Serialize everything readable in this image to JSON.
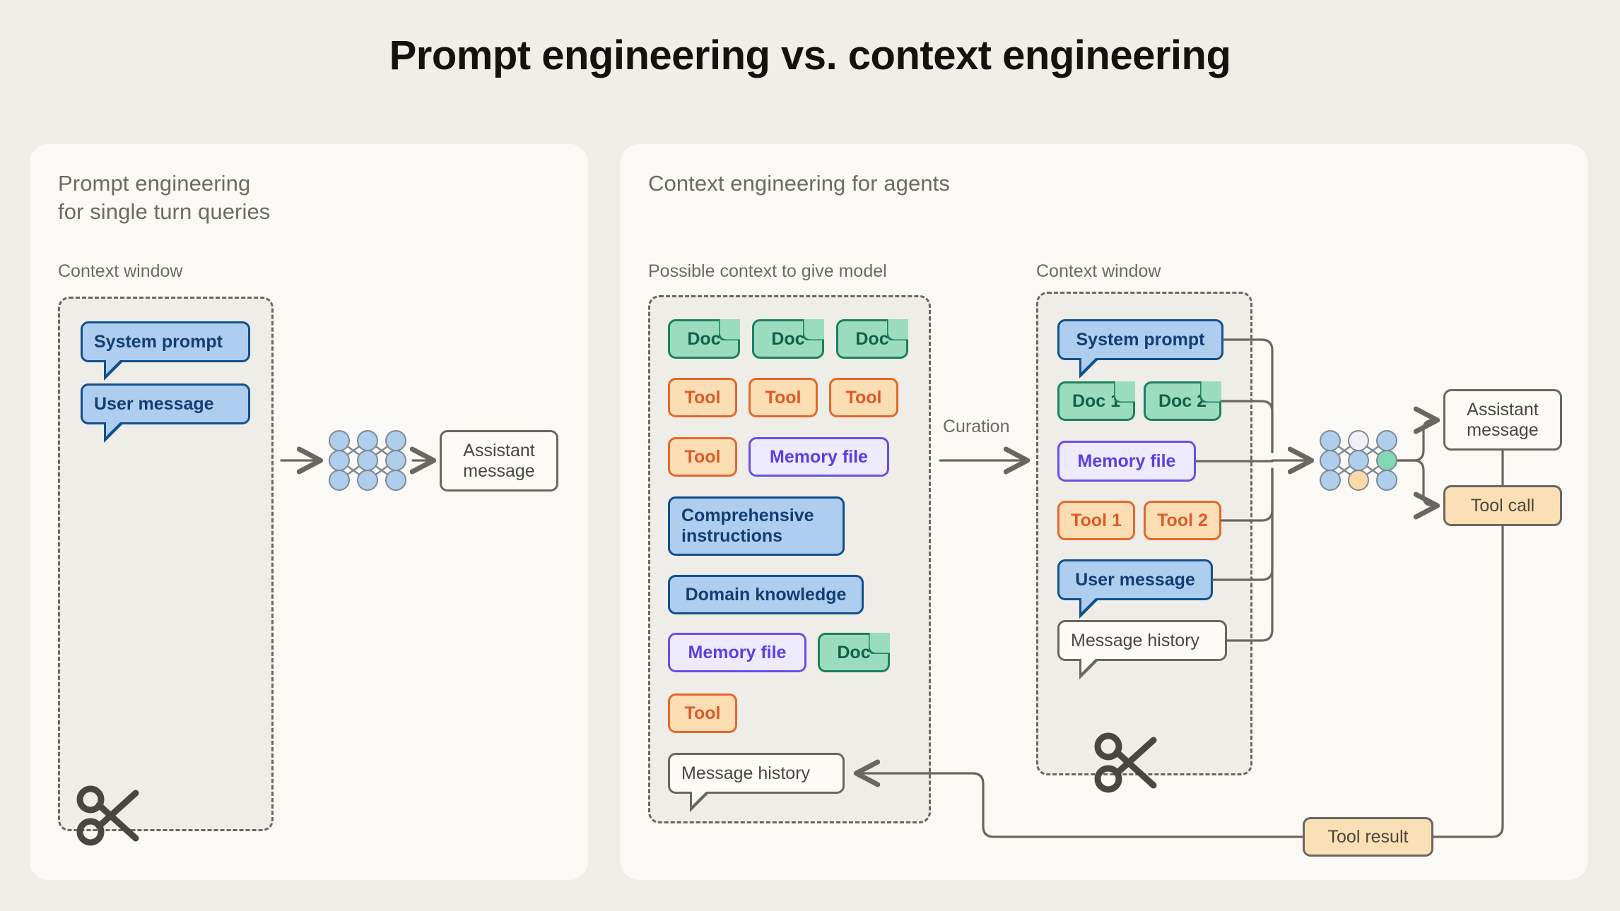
{
  "title": "Prompt engineering vs. context engineering",
  "colors": {
    "background": "#F0EEE9",
    "panel": "#FAF9F5",
    "dashed_border": "#6B675F",
    "dashed_fill": "#EFEDE7",
    "blue_fill": "#AFCDEF",
    "blue_border": "#10508F",
    "green_fill": "#9BDCBF",
    "green_border": "#1B8062",
    "orange_fill": "#FBDDB3",
    "orange_border": "#E2682B",
    "purple_fill": "#EDEBFD",
    "purple_border": "#6B4EE6",
    "white_fill": "#FCFBF8",
    "tan_fill": "#FAE0B4",
    "line": "#6B675F",
    "heading_text": "#6E6A62"
  },
  "left_panel": {
    "title": "Prompt engineering\nfor single turn queries",
    "context_window_label": "Context window",
    "context_items": [
      {
        "label": "System prompt",
        "kind": "blue-bubble"
      },
      {
        "label": "User message",
        "kind": "blue-bubble"
      }
    ],
    "model_icon": "neural-network-icon",
    "output": {
      "label": "Assistant\nmessage",
      "kind": "white-box"
    },
    "truncation_icon": "scissors-icon"
  },
  "right_panel": {
    "title": "Context engineering for agents",
    "possible_context_label": "Possible context to give model",
    "context_window_label": "Context window",
    "curation_label": "Curation",
    "possible_context_items": [
      {
        "label": "Doc",
        "kind": "green-doc"
      },
      {
        "label": "Doc",
        "kind": "green-doc"
      },
      {
        "label": "Doc",
        "kind": "green-doc"
      },
      {
        "label": "Tool",
        "kind": "orange-box"
      },
      {
        "label": "Tool",
        "kind": "orange-box"
      },
      {
        "label": "Tool",
        "kind": "orange-box"
      },
      {
        "label": "Tool",
        "kind": "orange-box"
      },
      {
        "label": "Memory file",
        "kind": "purple-box"
      },
      {
        "label": "Comprehensive\ninstructions",
        "kind": "blue-box"
      },
      {
        "label": "Domain knowledge",
        "kind": "blue-box"
      },
      {
        "label": "Memory file",
        "kind": "purple-box"
      },
      {
        "label": "Doc",
        "kind": "green-doc"
      },
      {
        "label": "Tool",
        "kind": "orange-box"
      },
      {
        "label": "Message history",
        "kind": "white-bubble"
      }
    ],
    "context_window_items": [
      {
        "label": "System prompt",
        "kind": "blue-bubble"
      },
      {
        "label": "Doc 1",
        "kind": "green-doc"
      },
      {
        "label": "Doc 2",
        "kind": "green-doc"
      },
      {
        "label": "Memory file",
        "kind": "purple-box"
      },
      {
        "label": "Tool 1",
        "kind": "orange-box"
      },
      {
        "label": "Tool 2",
        "kind": "orange-box"
      },
      {
        "label": "User message",
        "kind": "blue-bubble"
      },
      {
        "label": "Message history",
        "kind": "white-bubble"
      }
    ],
    "model_icon": "neural-network-icon",
    "outputs": [
      {
        "label": "Assistant\nmessage",
        "kind": "white-box"
      },
      {
        "label": "Tool call",
        "kind": "tan-box"
      }
    ],
    "feedback": {
      "label": "Tool result",
      "kind": "tan-box"
    },
    "truncation_icon": "scissors-icon"
  }
}
